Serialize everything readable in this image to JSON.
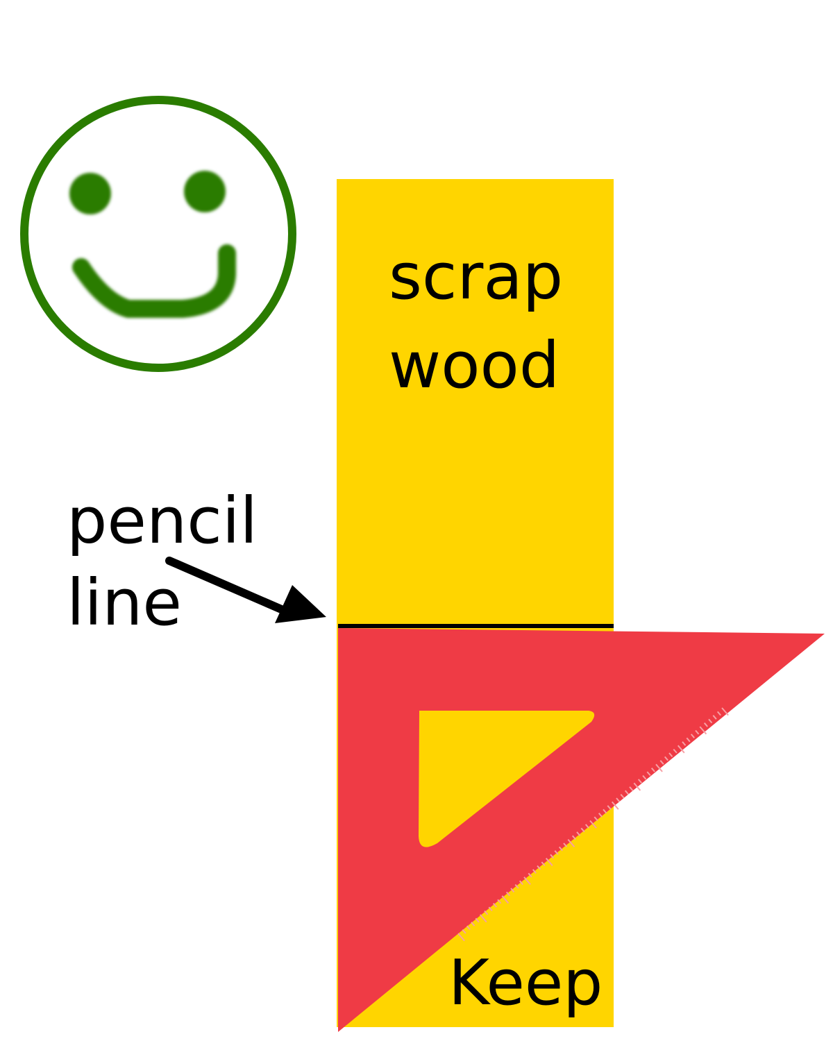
{
  "labels": {
    "scrap_line1": "scrap",
    "scrap_line2": "wood",
    "pencil_line1": "pencil",
    "pencil_line2": "line",
    "keep": "Keep"
  },
  "icons": {
    "smiley": "smiley-face-icon",
    "arrow": "arrow-icon",
    "set_square": "set-square-icon"
  },
  "colors": {
    "wood": "#FFD500",
    "set_square": "#EF3B45",
    "smiley": "#2A7C00",
    "pencil_line": "#000000",
    "text": "#000000"
  }
}
